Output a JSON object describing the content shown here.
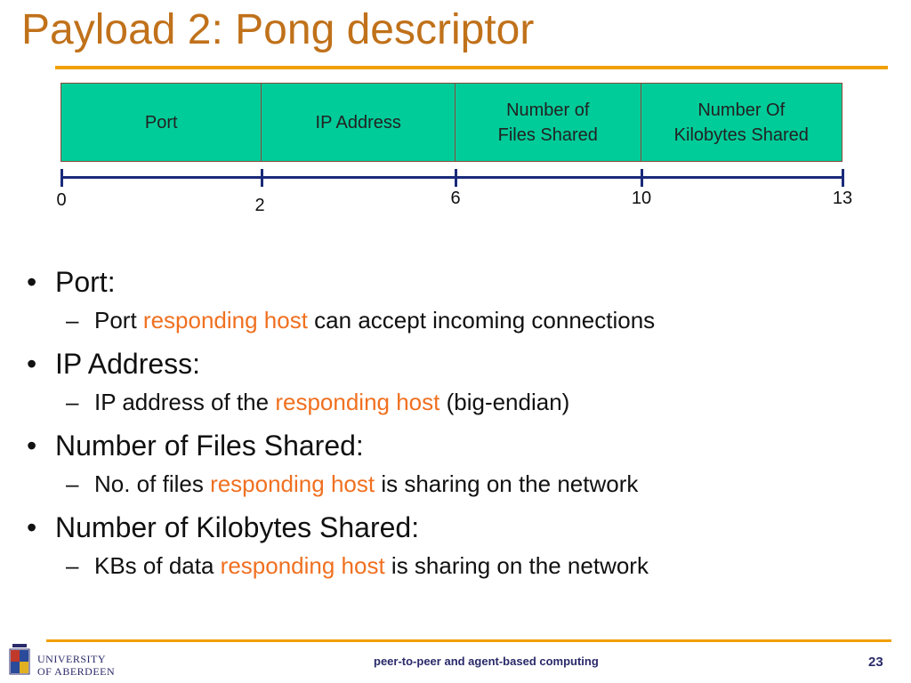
{
  "slide": {
    "title": "Payload 2: Pong descriptor"
  },
  "descriptor": {
    "fields": [
      {
        "label": "Port",
        "start": 0,
        "end": 2
      },
      {
        "label": "IP Address",
        "start": 2,
        "end": 6
      },
      {
        "label": "Number of\nFiles Shared",
        "start": 6,
        "end": 10
      },
      {
        "label": "Number Of\nKilobytes Shared",
        "start": 10,
        "end": 13
      }
    ],
    "offsets": [
      "0",
      "2",
      "6",
      "10",
      "13"
    ]
  },
  "bullets": [
    {
      "heading": "Port:",
      "sub": {
        "before": "Port ",
        "highlight": "responding host",
        "after": " can accept incoming connections"
      }
    },
    {
      "heading": "IP Address:",
      "sub": {
        "before": "IP address of the ",
        "highlight": "responding host",
        "after": " (big-endian)"
      }
    },
    {
      "heading": "Number of Files Shared:",
      "sub": {
        "before": "No. of files ",
        "highlight": "responding host",
        "after": " is sharing on the network"
      }
    },
    {
      "heading": "Number of Kilobytes Shared:",
      "sub": {
        "before": "KBs of data ",
        "highlight": "responding host",
        "after": " is sharing on the network"
      }
    }
  ],
  "footer": {
    "logo_line1": "UNIVERSITY",
    "logo_line2": "OF ABERDEEN",
    "course": "peer-to-peer and agent-based computing",
    "page_number": "23"
  },
  "colors": {
    "title": "#C0711A",
    "rule": "#F0A000",
    "field_fill": "#00CC99",
    "highlight": "#F07020",
    "axis": "#1a2a7a"
  }
}
